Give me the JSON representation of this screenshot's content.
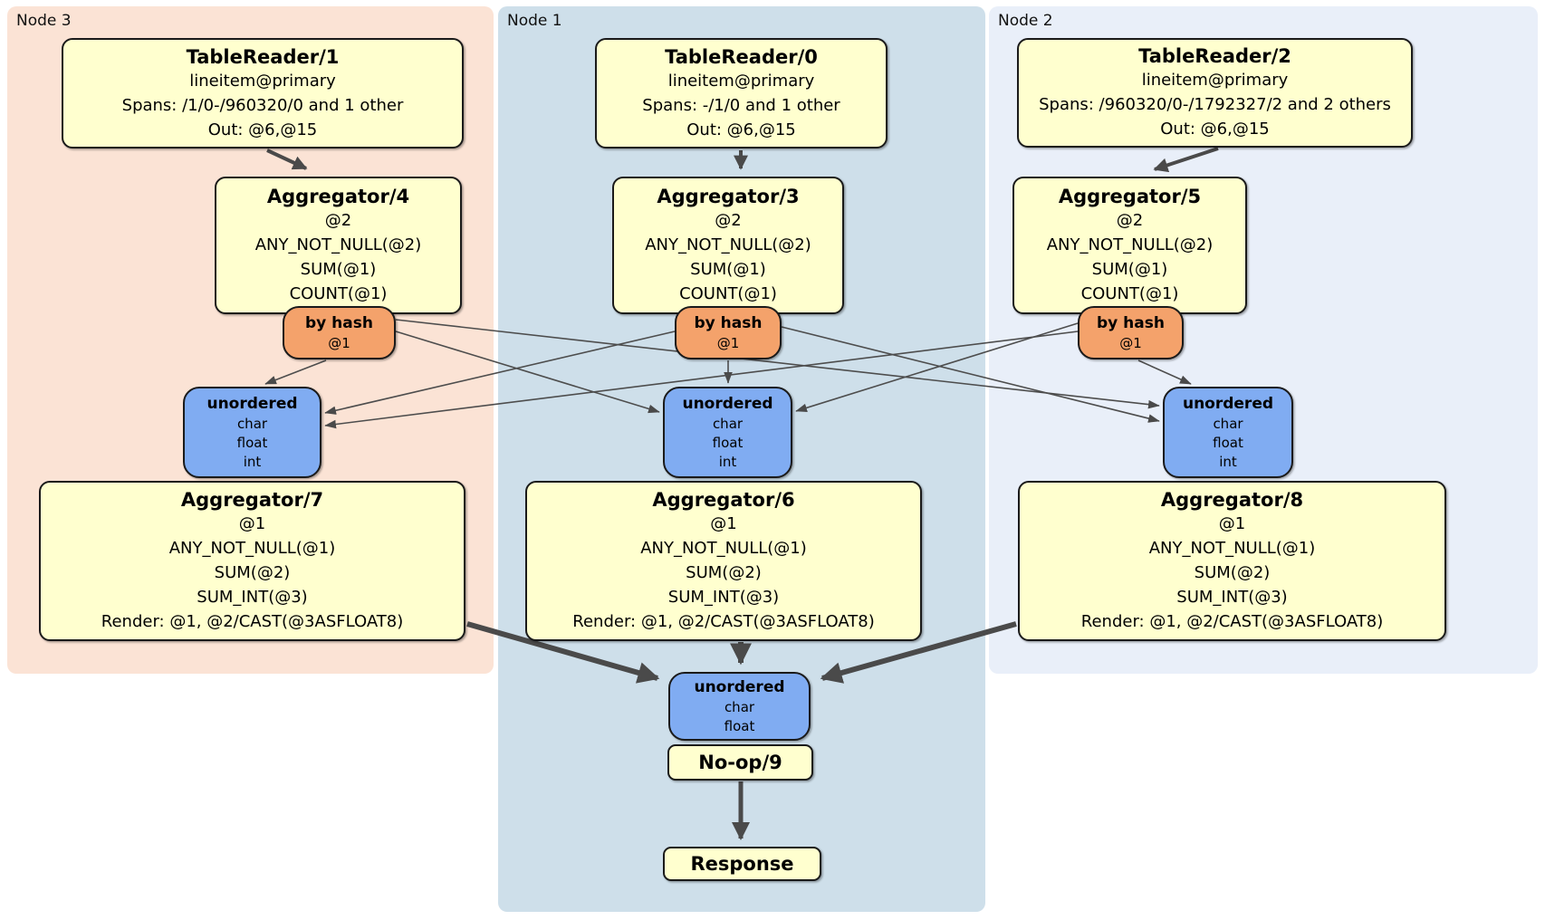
{
  "colors": {
    "node3_bg": "#fbe3d5",
    "node1_bg": "#cedfea",
    "node2_bg": "#e9eff9",
    "box_yellow": "#ffffcf",
    "router_orange": "#f4a26b",
    "sync_blue": "#80acf2",
    "edge": "#4a4a4a",
    "border": "#1a1a1a"
  },
  "groups": [
    {
      "label": "Node 3",
      "table_reader": {
        "title": "TableReader/1",
        "lines": [
          "lineitem@primary",
          "Spans: /1/0-/960320/0 and 1 other",
          "Out: @6,@15"
        ]
      },
      "aggregator_top": {
        "title": "Aggregator/4",
        "lines": [
          "@2",
          "ANY_NOT_NULL(@2)",
          "SUM(@1)",
          "COUNT(@1)"
        ]
      },
      "router": {
        "title": "by hash",
        "lines": [
          "@1"
        ]
      },
      "sync": {
        "title": "unordered",
        "lines": [
          "char",
          "float",
          "int"
        ]
      },
      "aggregator_bottom": {
        "title": "Aggregator/7",
        "lines": [
          "@1",
          "ANY_NOT_NULL(@1)",
          "SUM(@2)",
          "SUM_INT(@3)",
          "Render: @1, @2/CAST(@3ASFLOAT8)"
        ]
      }
    },
    {
      "label": "Node 1",
      "table_reader": {
        "title": "TableReader/0",
        "lines": [
          "lineitem@primary",
          "Spans: -/1/0 and 1 other",
          "Out: @6,@15"
        ]
      },
      "aggregator_top": {
        "title": "Aggregator/3",
        "lines": [
          "@2",
          "ANY_NOT_NULL(@2)",
          "SUM(@1)",
          "COUNT(@1)"
        ]
      },
      "router": {
        "title": "by hash",
        "lines": [
          "@1"
        ]
      },
      "sync": {
        "title": "unordered",
        "lines": [
          "char",
          "float",
          "int"
        ]
      },
      "aggregator_bottom": {
        "title": "Aggregator/6",
        "lines": [
          "@1",
          "ANY_NOT_NULL(@1)",
          "SUM(@2)",
          "SUM_INT(@3)",
          "Render: @1, @2/CAST(@3ASFLOAT8)"
        ]
      }
    },
    {
      "label": "Node 2",
      "table_reader": {
        "title": "TableReader/2",
        "lines": [
          "lineitem@primary",
          "Spans: /960320/0-/1792327/2 and 2 others",
          "Out: @6,@15"
        ]
      },
      "aggregator_top": {
        "title": "Aggregator/5",
        "lines": [
          "@2",
          "ANY_NOT_NULL(@2)",
          "SUM(@1)",
          "COUNT(@1)"
        ]
      },
      "router": {
        "title": "by hash",
        "lines": [
          "@1"
        ]
      },
      "sync": {
        "title": "unordered",
        "lines": [
          "char",
          "float",
          "int"
        ]
      },
      "aggregator_bottom": {
        "title": "Aggregator/8",
        "lines": [
          "@1",
          "ANY_NOT_NULL(@1)",
          "SUM(@2)",
          "SUM_INT(@3)",
          "Render: @1, @2/CAST(@3ASFLOAT8)"
        ]
      }
    }
  ],
  "output": {
    "sync": {
      "title": "unordered",
      "lines": [
        "char",
        "float"
      ]
    },
    "noop": {
      "title": "No-op/9"
    },
    "response": {
      "title": "Response"
    }
  }
}
